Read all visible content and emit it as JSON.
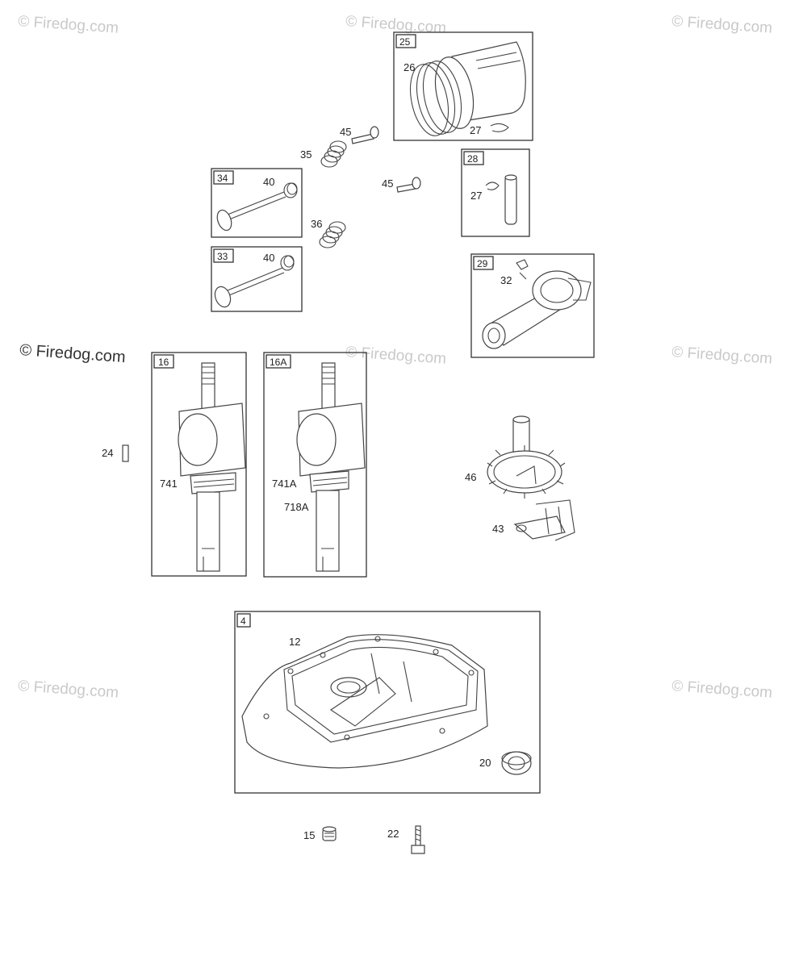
{
  "watermark": {
    "text": "© Firedog.com"
  },
  "boxes": [
    {
      "id": "box-25",
      "label": "25"
    },
    {
      "id": "box-28",
      "label": "28"
    },
    {
      "id": "box-34",
      "label": "34"
    },
    {
      "id": "box-33",
      "label": "33"
    },
    {
      "id": "box-29",
      "label": "29"
    },
    {
      "id": "box-16",
      "label": "16"
    },
    {
      "id": "box-16a",
      "label": "16A"
    },
    {
      "id": "box-4",
      "label": "4"
    }
  ],
  "callouts": {
    "c26": "26",
    "c27a": "27",
    "c27b": "27",
    "c45a": "45",
    "c45b": "45",
    "c35": "35",
    "c36": "36",
    "c40a": "40",
    "c40b": "40",
    "c32": "32",
    "c24": "24",
    "c741": "741",
    "c741a": "741A",
    "c718a": "718A",
    "c46": "46",
    "c43": "43",
    "c12": "12",
    "c20": "20",
    "c15": "15",
    "c22": "22"
  }
}
